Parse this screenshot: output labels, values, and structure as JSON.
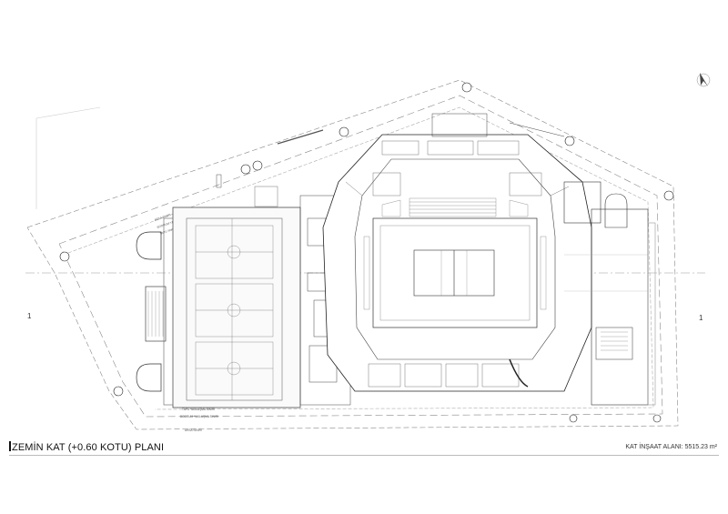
{
  "plan": {
    "title": "ZEMİN KAT (+0.60 KOTU) PLANI",
    "area_label": "KAT İNŞAAT ALANI: 5515.23 m²",
    "section_marker_left": "1",
    "section_marker_right": "1",
    "boundary_labels": {
      "arsa_top": "ARSA SINIRI",
      "bodrum_top": "BODRUM YAKLAŞMA SINIRI",
      "tapu_top": "TAPU YAKLAŞMA SINIRI",
      "tapu_bottom": "TAPU YAKLAŞMA SINIRI",
      "bodrum_bottom": "BODRUM YAKLAŞMA SINIRI",
      "arsa_bottom": "ARSA SINIRI"
    },
    "icons": [
      "north-arrow-icon",
      "tree-icon"
    ],
    "colors": {
      "line": "#333333",
      "light": "#9a9a9a",
      "fill": "#f2f2f2"
    }
  }
}
